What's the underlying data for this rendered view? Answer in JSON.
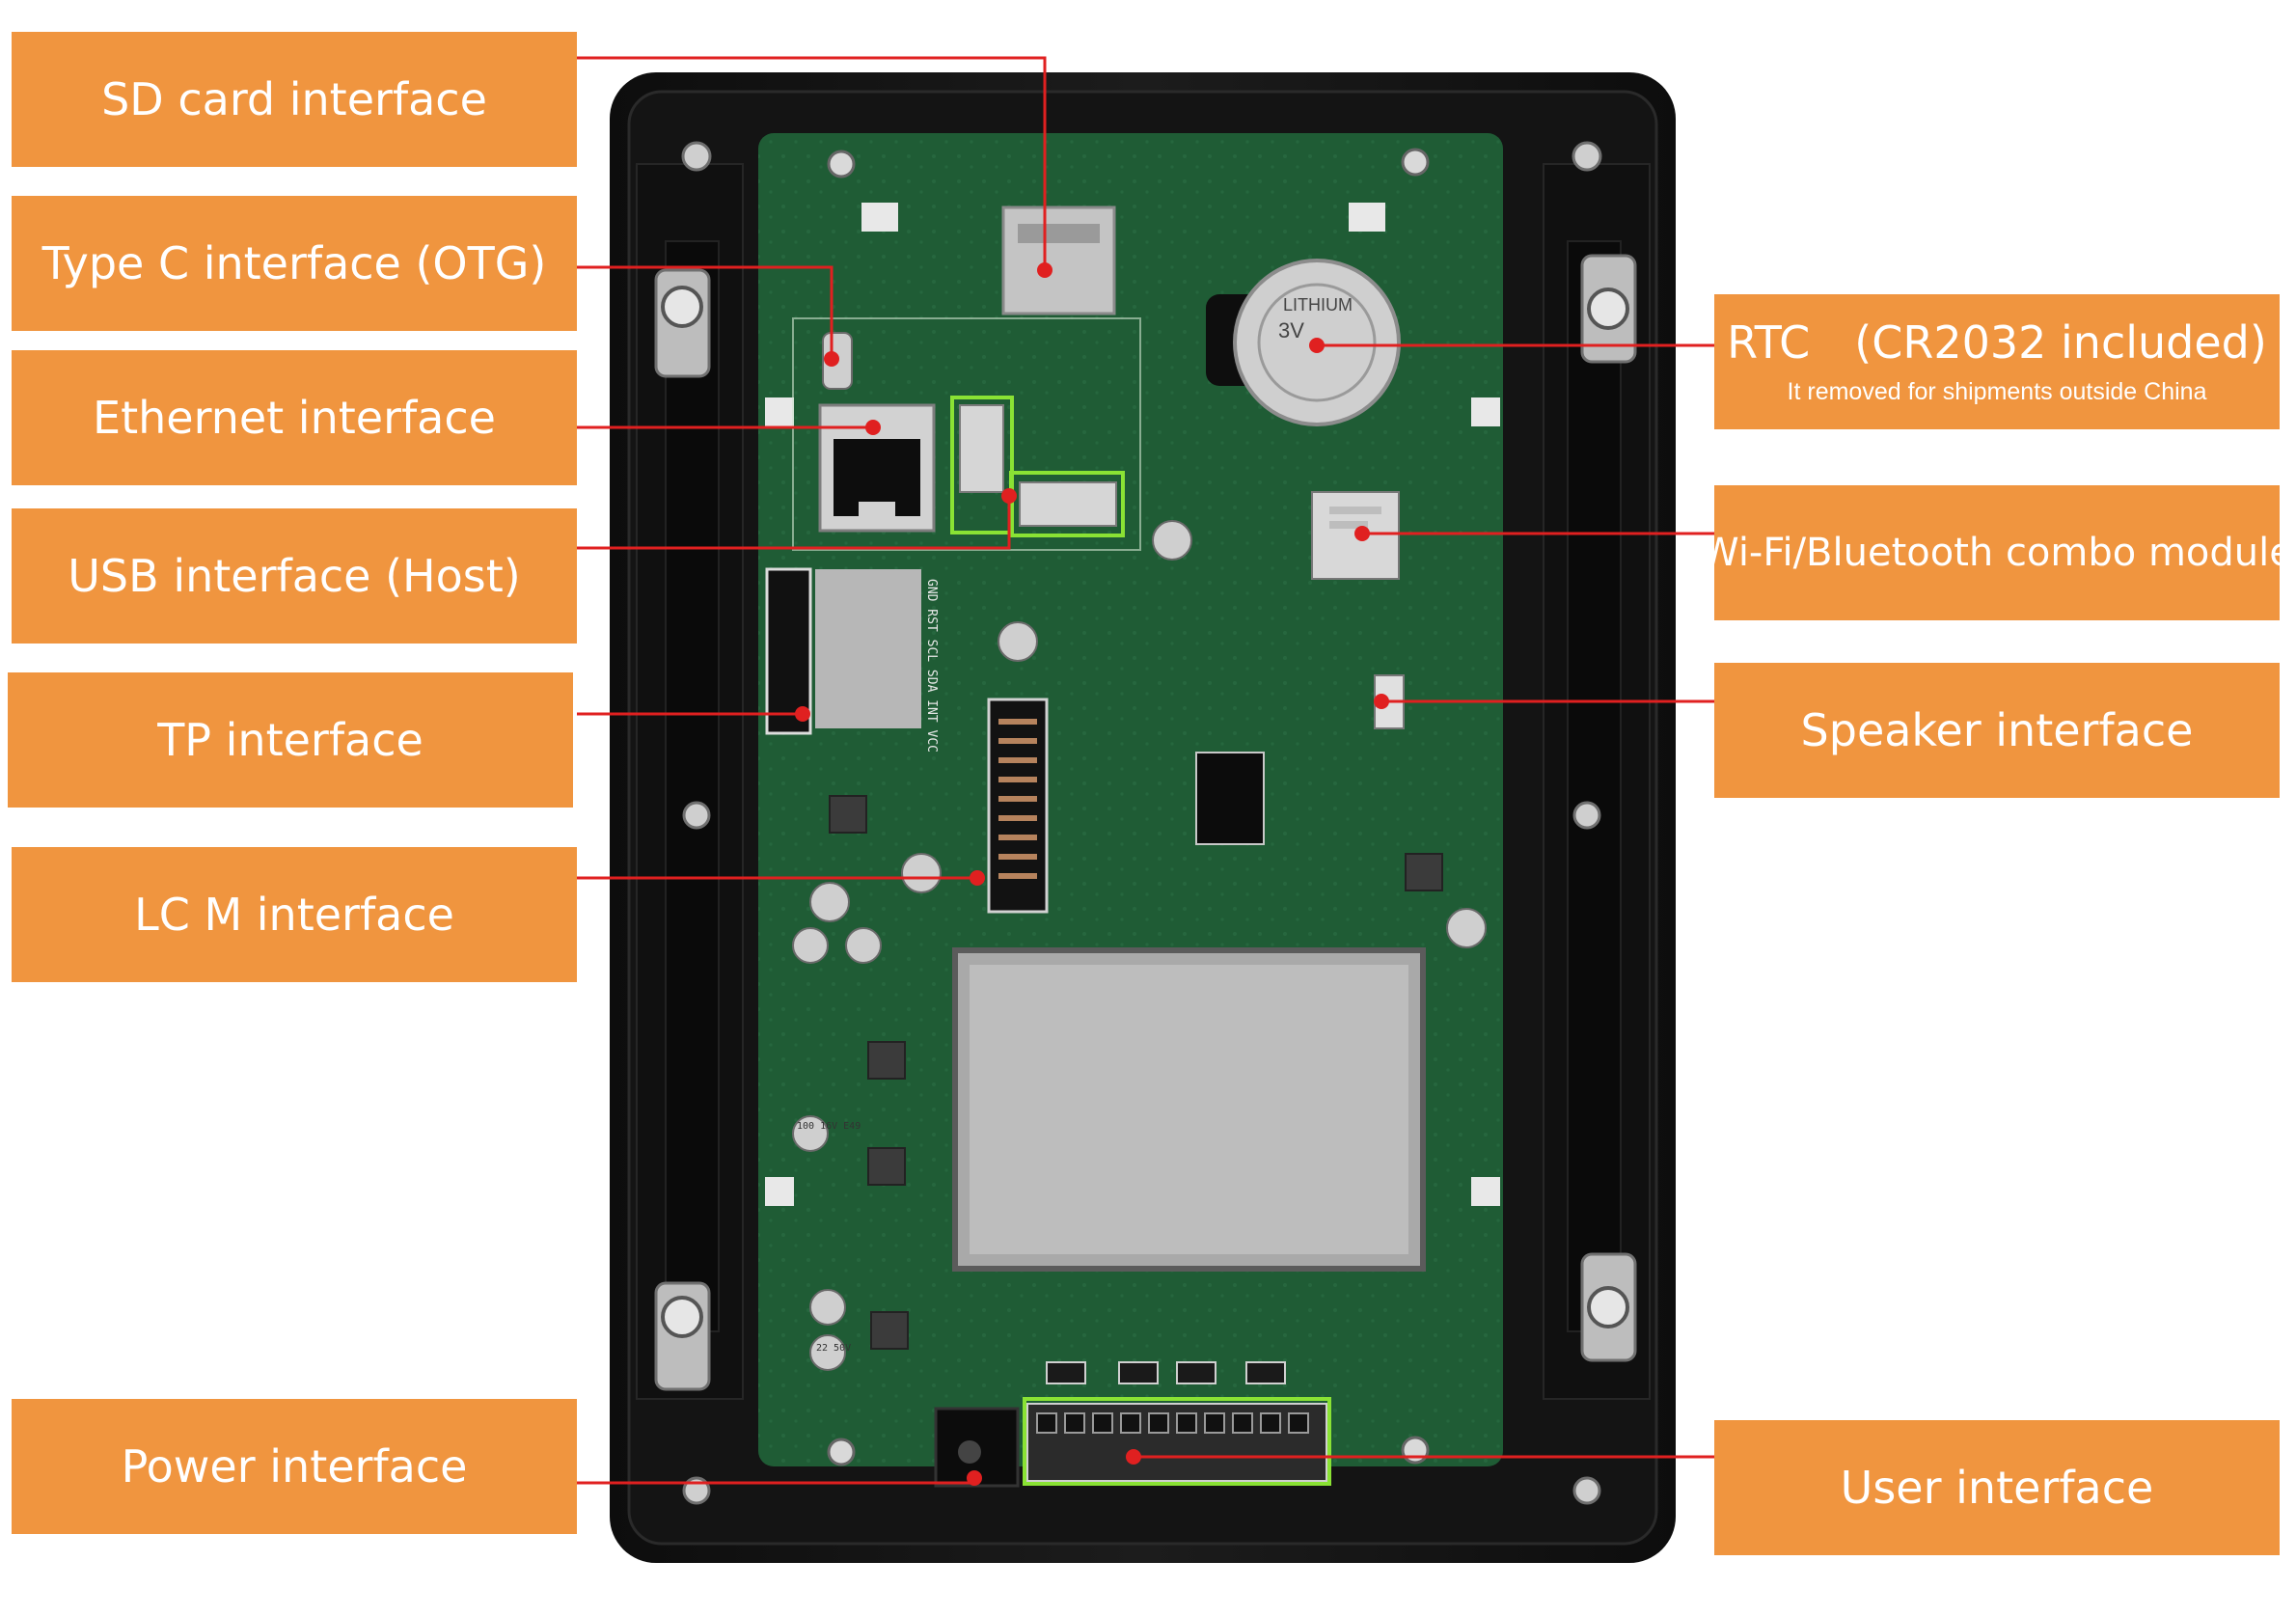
{
  "labels": {
    "sd_card": "SD card interface",
    "type_c": "Type C interface (OTG)",
    "ethernet": "Ethernet interface",
    "usb_host": "USB interface (Host)",
    "tp": "TP interface",
    "lcm": "LC M interface",
    "power": "Power interface",
    "rtc": "RTC　(CR2032 included)",
    "rtc_note": "It removed for shipments outside China",
    "wifi_bt": "Wi-Fi/Bluetooth combo module",
    "speaker": "Speaker interface",
    "user": "User interface"
  },
  "board_marks": {
    "rtc_battery": "3V",
    "battery_brand": "LITHIUM",
    "cap_a": "100 16V E49",
    "cap_b": "22 50V",
    "header_pins": "GND RST SCL SDA INT VCC"
  },
  "colors": {
    "label_fill": "#f0953f",
    "label_text": "#ffffff",
    "leader_line": "#e02020",
    "highlight": "#8ae234",
    "pcb_green": "#1f5c35",
    "case_black": "#161616"
  }
}
